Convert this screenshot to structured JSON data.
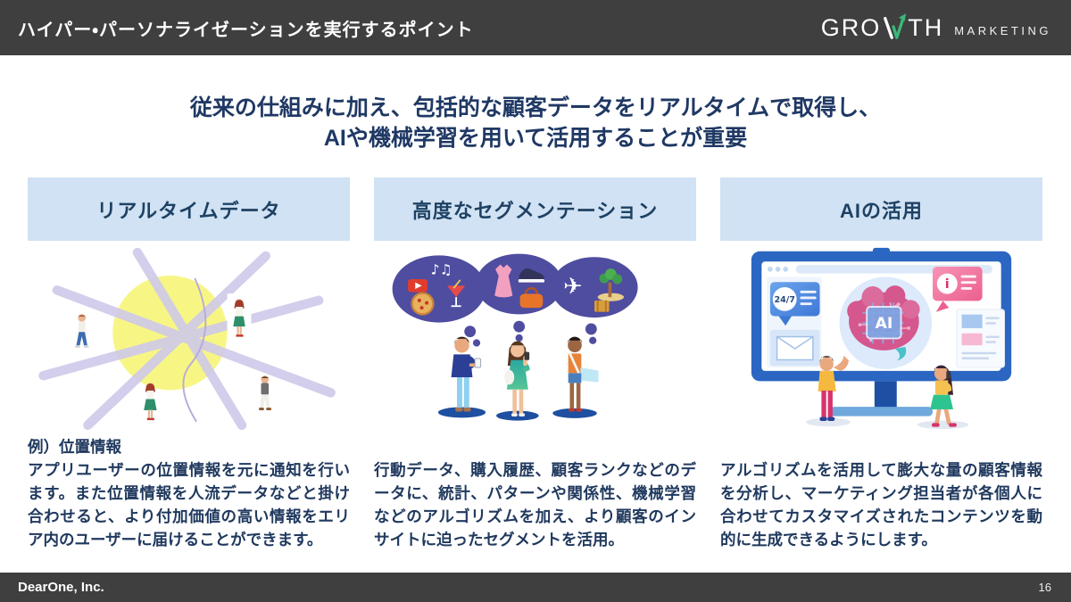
{
  "header": {
    "title": "ハイパー・パーソナライゼーションを実行するポイント",
    "logo": {
      "growth_pre": "GRO",
      "growth_post": "TH",
      "marketing": "MARKETING"
    }
  },
  "headline": {
    "line1": "従来の仕組みに加え、包括的な顧客データをリアルタイムで取得し、",
    "line2": "AIや機械学習を用いて活用することが重要"
  },
  "columns": [
    {
      "header": "リアルタイムデータ",
      "example_label": "例）位置情報",
      "body": "アプリユーザーの位置情報を元に通知を行います。また位置情報を人流データなどと掛け合わせると、より付加価値の高い情報をエリア内のユーザーに届けることができます。"
    },
    {
      "header": "高度なセグメンテーション",
      "body": "行動データ、購入履歴、顧客ランクなどのデータに、統計、パターンや関係性、機械学習などのアルゴリズムを加え、より顧客のインサイトに迫ったセグメントを活用。"
    },
    {
      "header": "AIの活用",
      "body": "アルゴリズムを活用して膨大な量の顧客情報を分析し、マーケティング担当者が各個人に合わせてカスタマイズされたコンテンツを動的に生成できるようにします。"
    }
  ],
  "illustrations": {
    "segmentation": {
      "notes": "♪♫",
      "plane": "✈"
    },
    "ai_monitor": {
      "badge_247": "24/7",
      "chip": "AI",
      "info": "i"
    }
  },
  "footer": {
    "company": "DearOne, Inc.",
    "page_number": "16"
  },
  "colors": {
    "header_bg": "#3F3F3F",
    "accent_navy": "#1F3864",
    "box_bg": "#D0E2F3",
    "logo_green": "#3BB878",
    "bubble_purple": "#4F4DA0",
    "monitor_blue": "#2B66C2",
    "brain_pink": "#D4578E",
    "geofence_yellow": "#F7F57E",
    "street_lavender": "#CFC9E9"
  }
}
